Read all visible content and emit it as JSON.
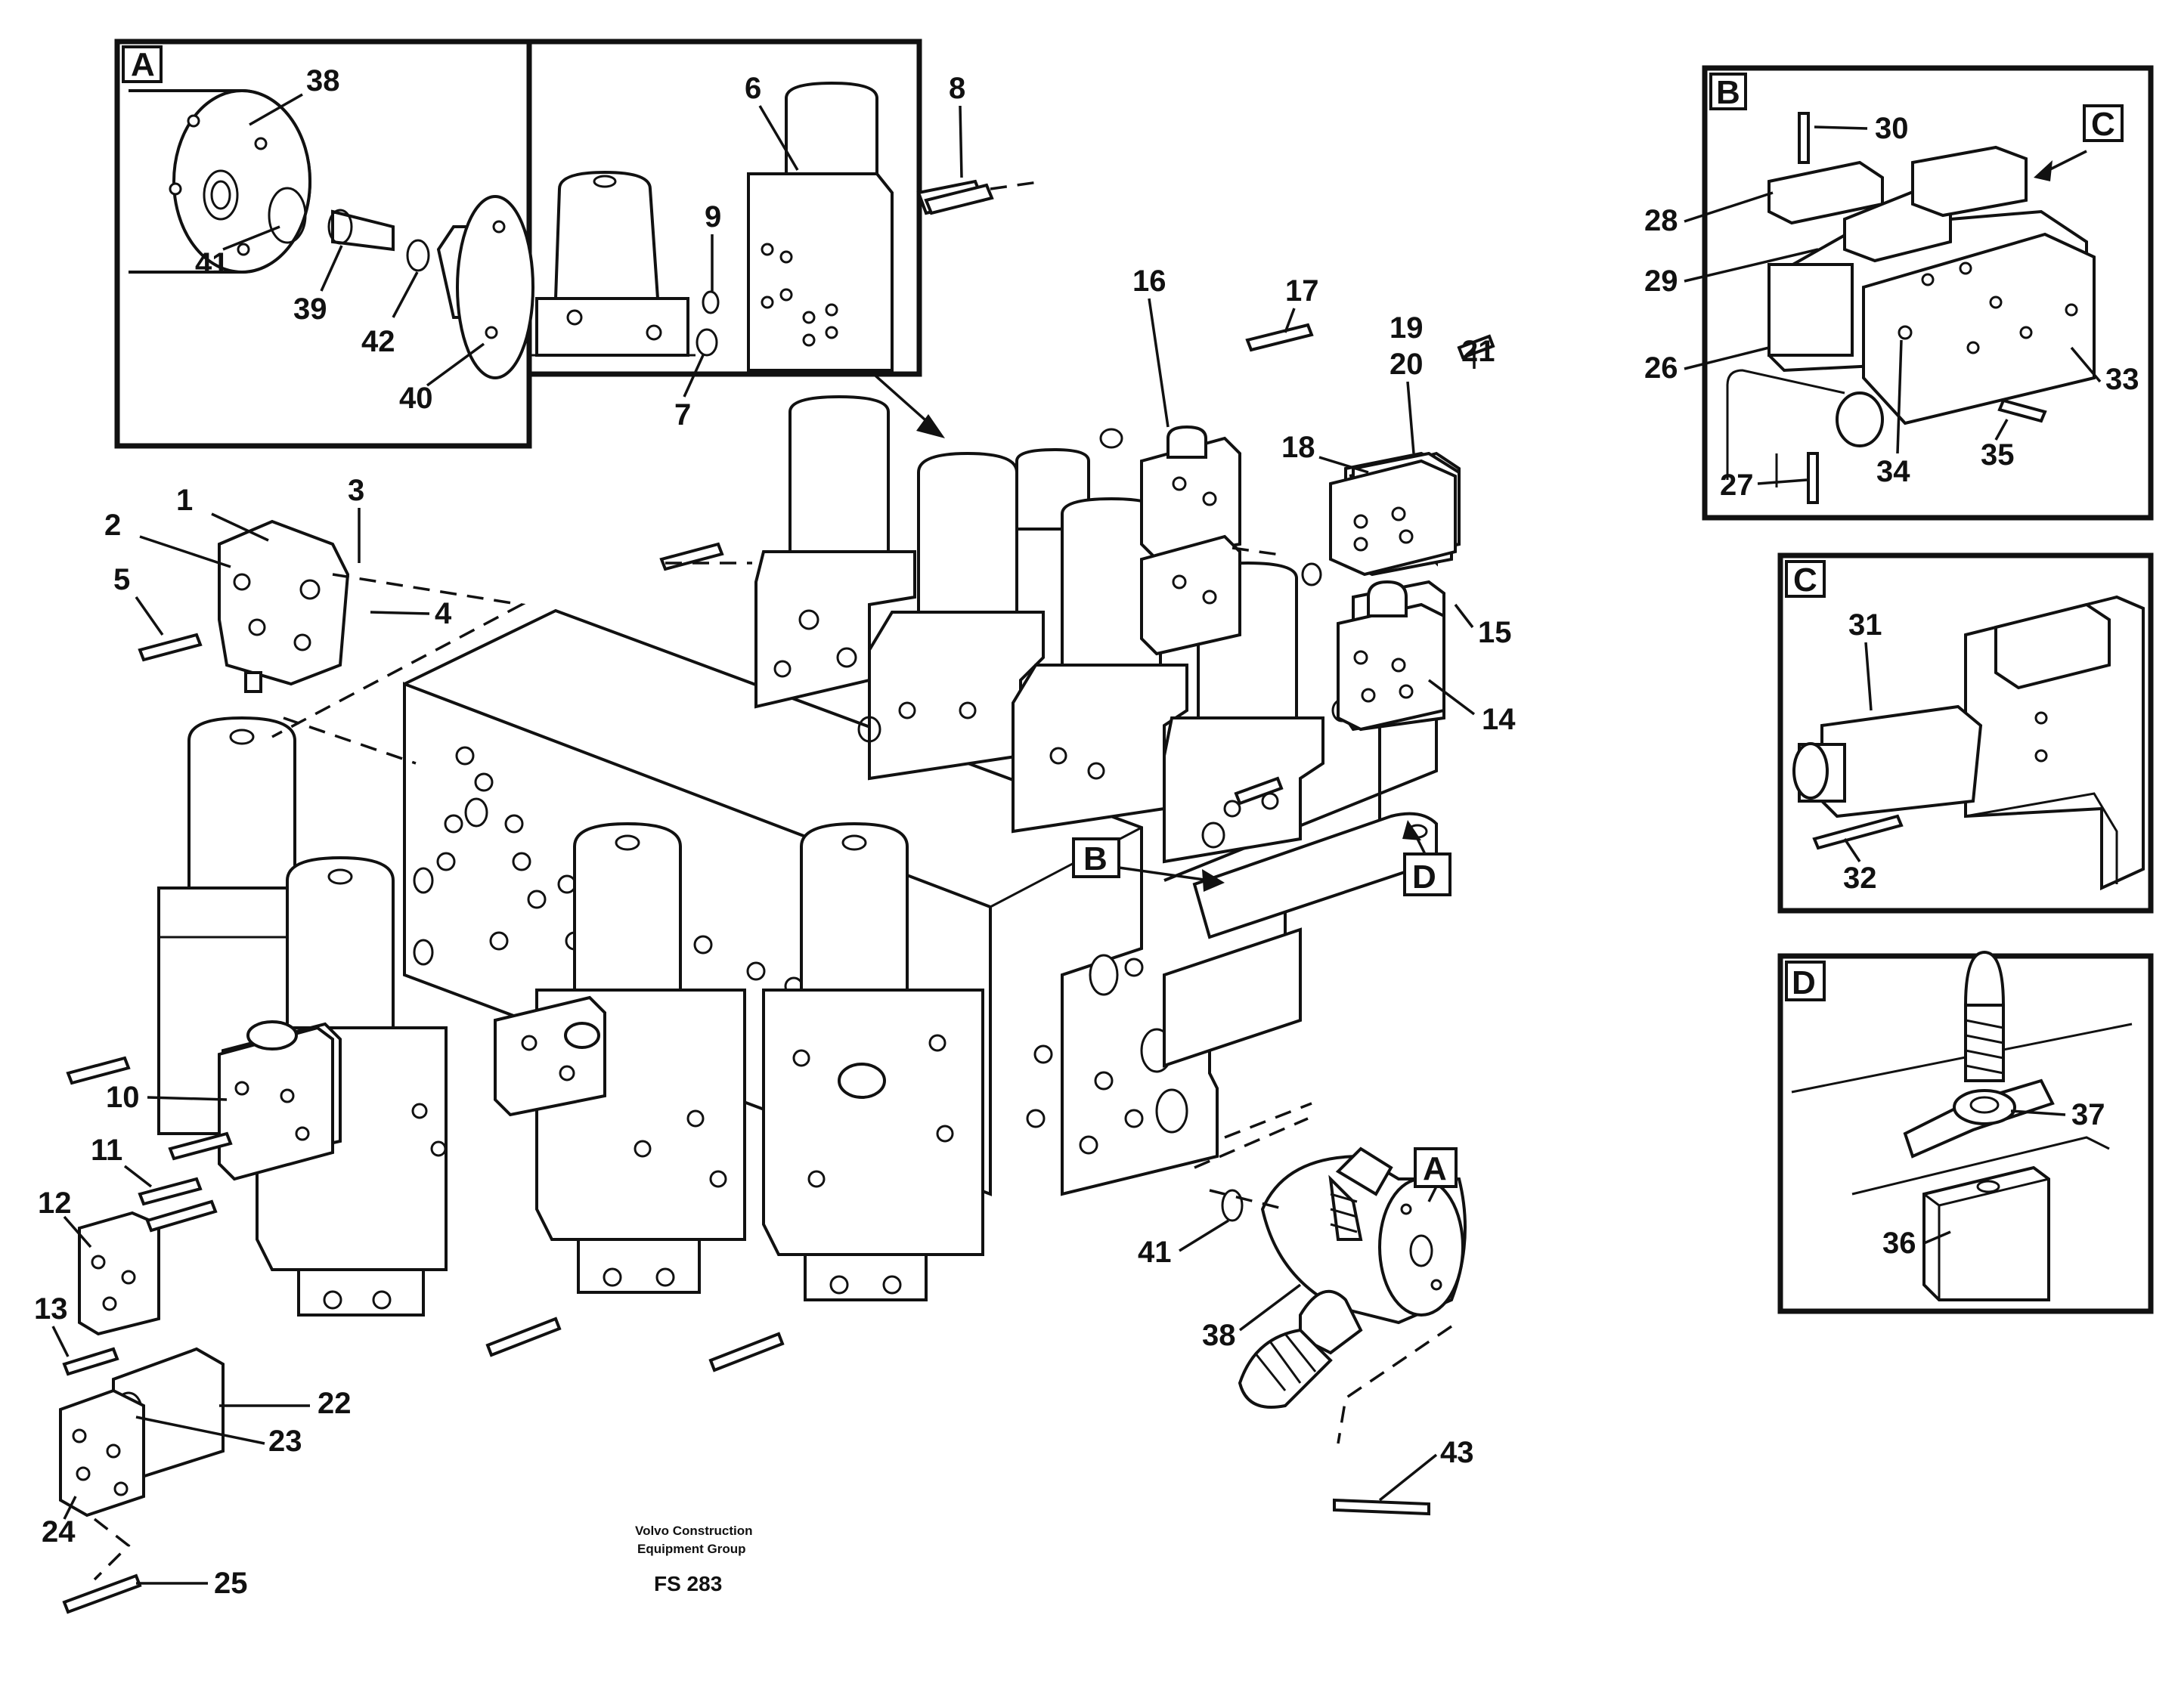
{
  "detail_labels": {
    "A": "A",
    "B": "B",
    "C": "C",
    "D": "D"
  },
  "callouts": [
    "1",
    "2",
    "3",
    "4",
    "5",
    "6",
    "7",
    "8",
    "9",
    "10",
    "11",
    "12",
    "13",
    "14",
    "15",
    "16",
    "17",
    "18",
    "19",
    "20",
    "21",
    "22",
    "23",
    "24",
    "25",
    "26",
    "27",
    "28",
    "29",
    "30",
    "31",
    "32",
    "33",
    "34",
    "35",
    "36",
    "37",
    "38",
    "39",
    "40",
    "41",
    "42",
    "43"
  ],
  "credit": {
    "line1": "Volvo Construction",
    "line2": "Equipment Group"
  },
  "figure_code": "FS 283"
}
